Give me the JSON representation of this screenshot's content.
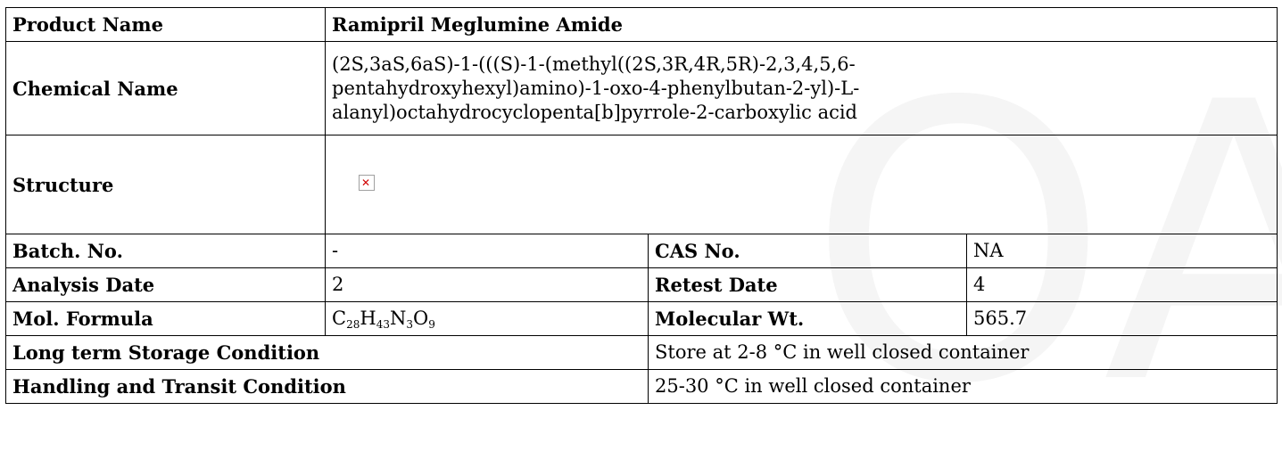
{
  "watermark": "OA",
  "product": {
    "label": "Product Name",
    "value": "Ramipril Meglumine Amide"
  },
  "chemical": {
    "label": "Chemical Name",
    "line1": "(2S,3aS,6aS)-1-(((S)-1-(methyl((2S,3R,4R,5R)-2,3,4,5,6-",
    "line2": "pentahydroxyhexyl)amino)-1-oxo-4-phenylbutan-2-yl)-L-",
    "line3": "alanyl)octahydrocyclopenta[b]pyrrole-2-carboxylic acid"
  },
  "structure": {
    "label": "Structure",
    "image_icon": "broken-image-icon"
  },
  "batch": {
    "label": "Batch. No.",
    "value": "-",
    "cas_label": "CAS No.",
    "cas_value": "NA"
  },
  "analysis": {
    "label": "Analysis Date",
    "value": "2",
    "retest_label": "Retest Date",
    "retest_value": "4"
  },
  "formula": {
    "label": "Mol. Formula",
    "c": "C",
    "c_n": "28",
    "h": "H",
    "h_n": "43",
    "n": "N",
    "n_n": "3",
    "o": "O",
    "o_n": "9",
    "mw_label": "Molecular Wt.",
    "mw_value": "565.7"
  },
  "storage": {
    "label": "Long term Storage Condition",
    "value": "Store at 2-8 °C in well closed container"
  },
  "handling": {
    "label": "Handling and Transit Condition",
    "value": "25-30 °C in well closed container"
  }
}
